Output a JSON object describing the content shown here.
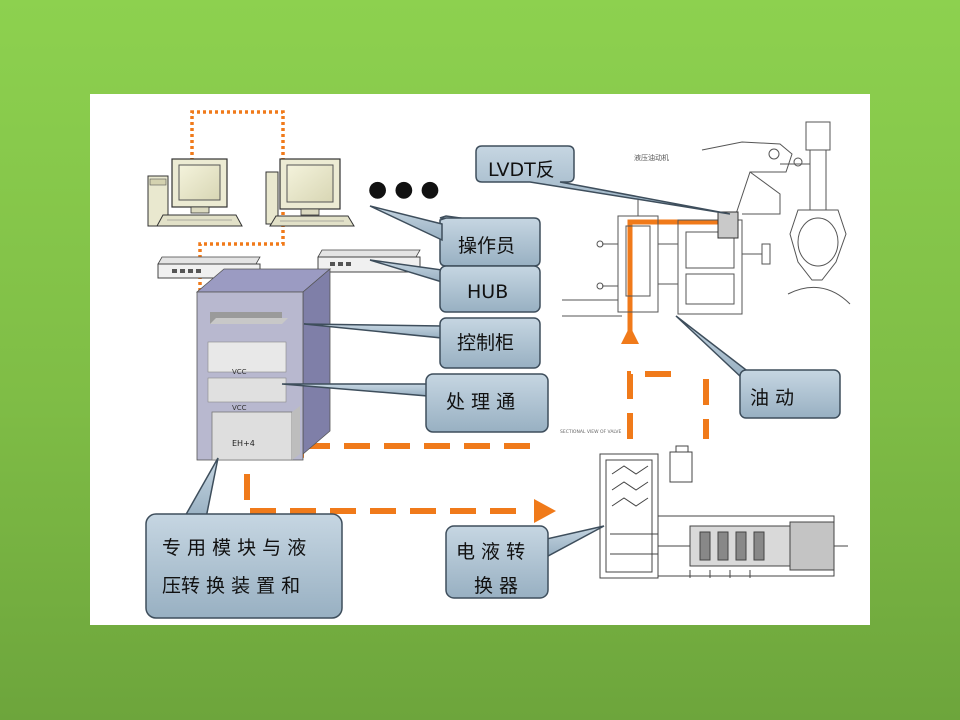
{
  "callouts": {
    "lvdt": "LVDT反",
    "operator": "操作员",
    "hub": "HUB",
    "cabinet": "控制柜",
    "channel": "处 理 通",
    "oil": "油     动",
    "module_line1": "专 用 模 块 与 液",
    "module_line2": "压转 换 装 置 和",
    "ehconv_line1": "电 液 转",
    "ehconv_line2": "换 器"
  },
  "cabinet": {
    "card1": "VCC",
    "card2": "VCC",
    "box": "EH+4"
  },
  "ellipsis": "● ● ●",
  "drawing": {
    "hydraulic_title": "液压油动机",
    "valve_caption": "SECTIONAL VIEW OF VALVE"
  },
  "colors": {
    "accent": "#f07a1a",
    "callout_fill": "#a8bfcf",
    "callout_stroke": "#3e4e5c",
    "cabinet_front": "#b8b8cf",
    "cabinet_side": "#7f7fa8"
  }
}
